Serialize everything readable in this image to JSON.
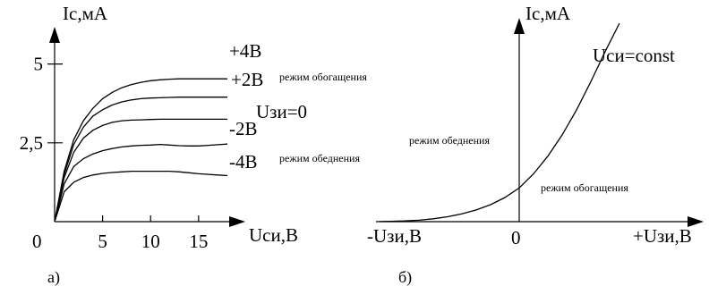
{
  "chart_data": [
    {
      "type": "line",
      "panel_label": "а)",
      "xlabel": "Uси,В",
      "ylabel": "Iс,мА",
      "x_ticks": [
        "0",
        "5",
        "10",
        "15"
      ],
      "y_ticks": [
        "2,5",
        "5"
      ],
      "xlim": [
        0,
        18
      ],
      "ylim": [
        0,
        5.5
      ],
      "annotations": {
        "zone_enrichment": "режим обогащения",
        "zone_depletion": "режим обеднения"
      },
      "series": [
        {
          "name": "+4В",
          "x": [
            0,
            1,
            2,
            3,
            4,
            5,
            6,
            7,
            8,
            9,
            10,
            11,
            12,
            13,
            14,
            15,
            16,
            17,
            18
          ],
          "y": [
            0,
            1.6,
            2.6,
            3.2,
            3.6,
            3.9,
            4.1,
            4.25,
            4.35,
            4.42,
            4.47,
            4.5,
            4.52,
            4.53,
            4.53,
            4.53,
            4.53,
            4.53,
            4.53
          ]
        },
        {
          "name": "+2В",
          "x": [
            0,
            1,
            2,
            3,
            4,
            5,
            6,
            7,
            8,
            9,
            10,
            11,
            12,
            13,
            14,
            15,
            16,
            17,
            18
          ],
          "y": [
            0,
            1.5,
            2.45,
            3.0,
            3.35,
            3.55,
            3.7,
            3.8,
            3.86,
            3.9,
            3.92,
            3.93,
            3.94,
            3.95,
            3.95,
            3.95,
            3.95,
            3.95,
            3.95
          ]
        },
        {
          "name": "Uзи=0",
          "x": [
            0,
            1,
            2,
            3,
            4,
            5,
            6,
            7,
            8,
            9,
            10,
            11,
            12,
            13,
            14,
            15,
            16,
            17,
            18
          ],
          "y": [
            0,
            1.4,
            2.2,
            2.65,
            2.9,
            3.05,
            3.15,
            3.2,
            3.22,
            3.23,
            3.24,
            3.25,
            3.25,
            3.25,
            3.25,
            3.25,
            3.25,
            3.25,
            3.25
          ]
        },
        {
          "name": "-2В",
          "x": [
            0,
            1,
            2,
            3,
            4,
            5,
            6,
            7,
            8,
            9,
            10,
            11,
            12,
            13,
            14,
            15,
            16,
            17,
            18
          ],
          "y": [
            0,
            1.2,
            1.75,
            2.0,
            2.15,
            2.25,
            2.32,
            2.37,
            2.4,
            2.42,
            2.43,
            2.45,
            2.43,
            2.41,
            2.4,
            2.4,
            2.42,
            2.44,
            2.46
          ]
        },
        {
          "name": "-4В",
          "x": [
            0,
            1,
            2,
            3,
            4,
            5,
            6,
            7,
            8,
            9,
            10,
            11,
            12,
            13,
            14,
            15,
            16,
            17,
            18
          ],
          "y": [
            0,
            0.95,
            1.25,
            1.4,
            1.48,
            1.53,
            1.56,
            1.58,
            1.6,
            1.6,
            1.6,
            1.6,
            1.6,
            1.58,
            1.55,
            1.52,
            1.5,
            1.48,
            1.46
          ]
        }
      ]
    },
    {
      "type": "line",
      "panel_label": "б)",
      "xlabel": "+Uзи,В",
      "x_neg_label": "-Uзи,В",
      "ylabel": "Iс,мА",
      "x_ticks": [
        "0"
      ],
      "xlim": [
        -6,
        4
      ],
      "ylim": [
        0,
        5.5
      ],
      "annotations": {
        "zone_depletion": "режим обеднения",
        "zone_enrichment": "режим обогащения"
      },
      "series": [
        {
          "name": "Uси=const",
          "x": [
            -5,
            -4.5,
            -4,
            -3.5,
            -3,
            -2.5,
            -2,
            -1.5,
            -1,
            -0.5,
            0,
            0.5,
            1,
            1.5,
            2,
            2.5,
            3,
            3.5
          ],
          "y": [
            0,
            0.01,
            0.02,
            0.04,
            0.08,
            0.14,
            0.22,
            0.33,
            0.48,
            0.68,
            0.95,
            1.35,
            1.85,
            2.45,
            3.15,
            3.95,
            4.8,
            5.6
          ]
        }
      ]
    }
  ]
}
